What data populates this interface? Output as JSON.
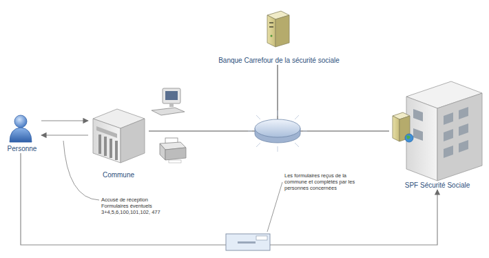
{
  "diagram": {
    "nodes": [
      {
        "text": [
          "Personne"
        ]
      },
      {
        "text": [
          "Commune"
        ]
      },
      {
        "text": [
          "Banque Carrefour de la sécurité sociale"
        ]
      },
      {
        "text": [
          "SPF Sécurité Sociale"
        ]
      }
    ],
    "edges": [
      {
        "from": 0,
        "to": 1,
        "arrow": "to"
      },
      {
        "from": 1,
        "to": 0,
        "arrow": "to"
      },
      {
        "from": 1,
        "to": 2,
        "arrow": "none"
      },
      {
        "from": 1,
        "to": 3,
        "arrow": "none"
      },
      {
        "from": 2,
        "to": 3,
        "arrow": "none"
      },
      {
        "from": 0,
        "to": 3,
        "arrow": "to"
      }
    ],
    "labels": [
      "Accusé de réception",
      "Formulaires éventuels",
      "3+4,5,6,100,101,102, 477",
      "Les formulaires reçus de la commune et complétés par les personnes concernées"
    ]
  }
}
